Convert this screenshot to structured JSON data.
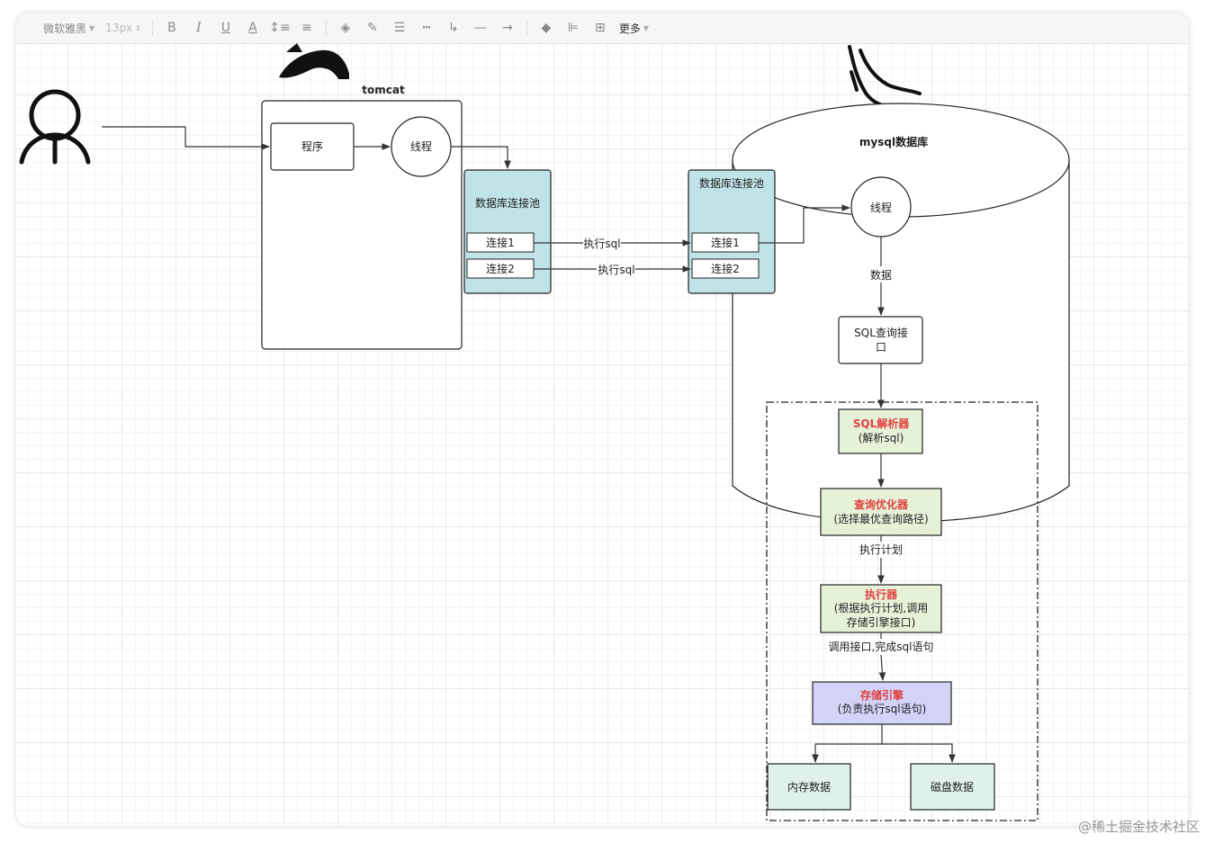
{
  "toolbar": {
    "font_family": "微软雅黑",
    "font_size": "13px",
    "more_label": "更多"
  },
  "diagram": {
    "tomcat_label": "tomcat",
    "program_label": "程序",
    "thread_label_tomcat": "线程",
    "pool_left_title": "数据库连接池",
    "pool_right_title": "数据库连接池",
    "conn1_left": "连接1",
    "conn2_left": "连接2",
    "conn1_right": "连接1",
    "conn2_right": "连接2",
    "exec_sql_1": "执行sql",
    "exec_sql_2": "执行sql",
    "mysql_label": "mysql数据库",
    "thread_label_mysql": "线程",
    "data_label": "数据",
    "sql_interface_line1": "SQL查询接",
    "sql_interface_line2": "口",
    "parser_title": "SQL解析器",
    "parser_sub": "(解析sql)",
    "optimizer_title": "查询优化器",
    "optimizer_sub": "(选择最优查询路径)",
    "exec_plan_label": "执行计划",
    "executor_title": "执行器",
    "executor_sub1": "(根据执行计划,调用",
    "executor_sub2": "存储引擎接口)",
    "call_interface_label": "调用接口,完成sql语句",
    "engine_title": "存储引擎",
    "engine_sub": "(负责执行sql语句)",
    "memory_data": "内存数据",
    "disk_data": "磁盘数据"
  },
  "watermark": "@稀土掘金技术社区",
  "colors": {
    "pool_fill": "#bfe3e6",
    "green_fill": "#e6f2d8",
    "purple_fill": "#d3d3f7",
    "mint_fill": "#dff2ea",
    "red_text": "#e04040"
  }
}
